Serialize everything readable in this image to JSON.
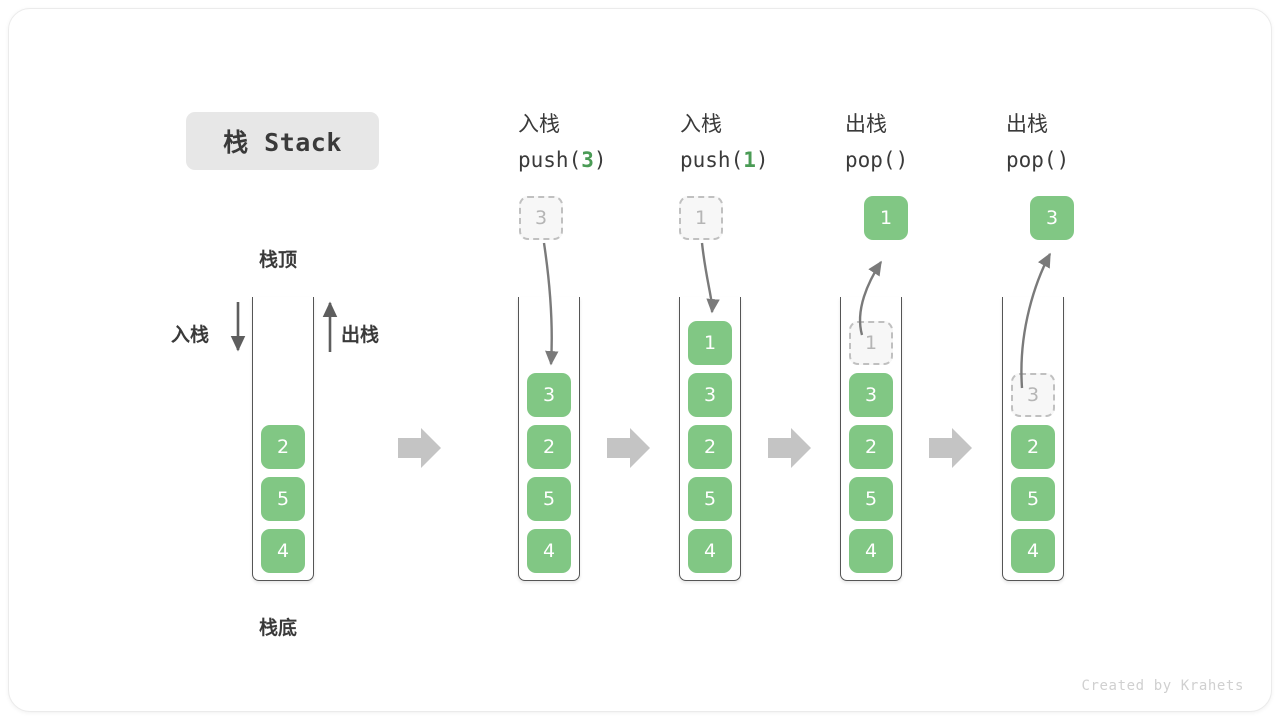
{
  "title": {
    "text": "栈 Stack"
  },
  "legend": {
    "top_label": "栈顶",
    "bottom_label": "栈底",
    "push_label": "入栈",
    "pop_label": "出栈"
  },
  "colors": {
    "element_fill": "#81c784",
    "element_text": "#ffffff",
    "ghost_fill": "#f7f7f7",
    "ghost_border": "#c0c0c0",
    "ghost_text": "#b5b5b5",
    "accent_green": "#4a9b55",
    "arrow_gray": "#7a7a7a",
    "step_arrow_gray": "#c4c4c4",
    "title_pill_bg": "#e7e7e7",
    "text_dark": "#3a3a3a"
  },
  "columns": [
    {
      "id": "initial",
      "header_cn": "",
      "header_code": "",
      "stack": [
        "2",
        "5",
        "4"
      ],
      "ghost_in_stack": null,
      "floating": null,
      "floating_kind": null
    },
    {
      "id": "push-3",
      "header_cn": "入栈",
      "header_code_prefix": "push(",
      "header_code_value": "3",
      "header_code_suffix": ")",
      "stack": [
        "3",
        "2",
        "5",
        "4"
      ],
      "ghost_in_stack": null,
      "floating": "3",
      "floating_kind": "ghost"
    },
    {
      "id": "push-1",
      "header_cn": "入栈",
      "header_code_prefix": "push(",
      "header_code_value": "1",
      "header_code_suffix": ")",
      "stack": [
        "1",
        "3",
        "2",
        "5",
        "4"
      ],
      "ghost_in_stack": null,
      "floating": "1",
      "floating_kind": "ghost"
    },
    {
      "id": "pop-1",
      "header_cn": "出栈",
      "header_code_prefix": "pop(",
      "header_code_value": "",
      "header_code_suffix": ")",
      "stack": [
        "3",
        "2",
        "5",
        "4"
      ],
      "ghost_in_stack": "1",
      "floating": "1",
      "floating_kind": "solid"
    },
    {
      "id": "pop-3",
      "header_cn": "出栈",
      "header_code_prefix": "pop(",
      "header_code_value": "",
      "header_code_suffix": ")",
      "stack": [
        "2",
        "5",
        "4"
      ],
      "ghost_in_stack": "3",
      "floating": "3",
      "floating_kind": "solid"
    }
  ],
  "footer": {
    "credit": "Created by Krahets"
  }
}
